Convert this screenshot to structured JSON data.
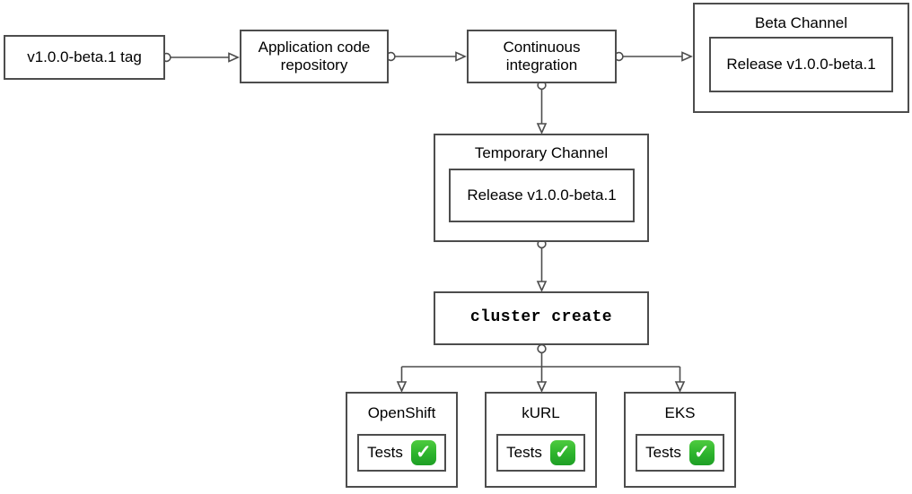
{
  "diagram": {
    "colors": {
      "border": "#4d4d4d",
      "arrow": "#4d4d4d",
      "text": "#000000",
      "background": "#ffffff",
      "check_green": "#2cb32c"
    },
    "nodes": {
      "tag": {
        "label": "v1.0.0-beta.1 tag"
      },
      "app_repo": {
        "label": "Application code\nrepository"
      },
      "ci": {
        "label": "Continuous\nintegration"
      },
      "beta_channel": {
        "title": "Beta Channel",
        "release_label": "Release v1.0.0-beta.1"
      },
      "temporary_channel": {
        "title": "Temporary Channel",
        "release_label": "Release v1.0.0-beta.1"
      },
      "cluster_create": {
        "label": "cluster create"
      },
      "clusters": [
        {
          "title": "OpenShift",
          "tests_label": "Tests",
          "check_icon": "white-check-mark"
        },
        {
          "title": "kURL",
          "tests_label": "Tests",
          "check_icon": "white-check-mark"
        },
        {
          "title": "EKS",
          "tests_label": "Tests",
          "check_icon": "white-check-mark"
        }
      ]
    }
  }
}
